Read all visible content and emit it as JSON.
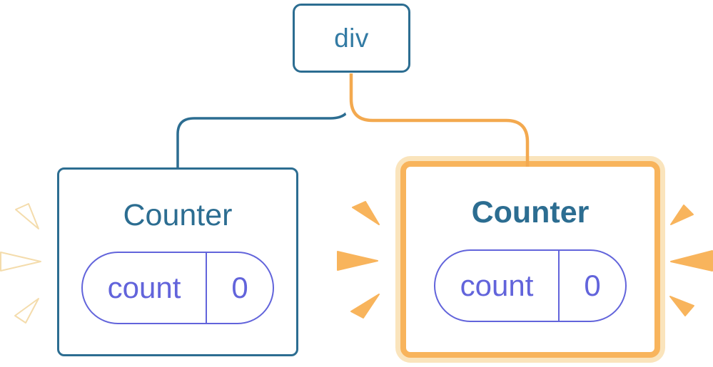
{
  "tree": {
    "root_label": "div",
    "left_counter": {
      "title": "Counter",
      "state_key": "count",
      "state_value": "0"
    },
    "right_counter": {
      "title": "Counter",
      "state_key": "count",
      "state_value": "0"
    }
  },
  "icons": {
    "left_burst": "white-sparkle-rays",
    "right_burst_inner": "orange-sparkle-rays",
    "right_burst_outer": "orange-sparkle-rays"
  },
  "colors": {
    "node_blue": "#2C6D91",
    "label_blue": "#337BA4",
    "state_purple": "#6264DB",
    "highlight_orange": "#F8B45C",
    "highlight_orange_light": "#FAE4BC",
    "edge_orange": "#F3A94F",
    "edge_casing": "#FFFFFF",
    "sparkle_white": "#FFFFFF",
    "sparkle_cream_edge": "#F4DCAC"
  }
}
